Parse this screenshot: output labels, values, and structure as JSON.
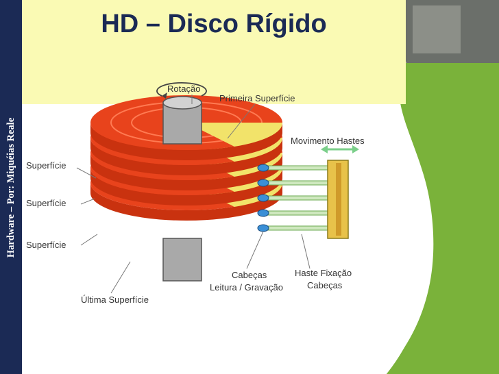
{
  "side_label": "Hardware – Por: Miquéias Reale",
  "title": "HD – Disco Rígido",
  "diagram": {
    "labels": {
      "rotacao": "Rotação",
      "primeira_superficie": "Primeira Superfície",
      "movimento_hastes": "Movimento Hastes",
      "superficie_1": "Superfície",
      "superficie_2": "Superfície",
      "superficie_3": "Superfície",
      "cabecas_line1": "Cabeças",
      "cabecas_line2": "Leitura / Gravação",
      "haste_line1": "Haste Fixação",
      "haste_line2": "Cabeças",
      "ultima_superficie": "Última Superfície"
    }
  },
  "colors": {
    "sidebar": "#1b2a55",
    "title_band": "#fafab4",
    "title_text": "#1b2a55",
    "green_accent": "#7ab23a",
    "platter_red": "#e8431c",
    "platter_yellow": "#f2e36a"
  }
}
